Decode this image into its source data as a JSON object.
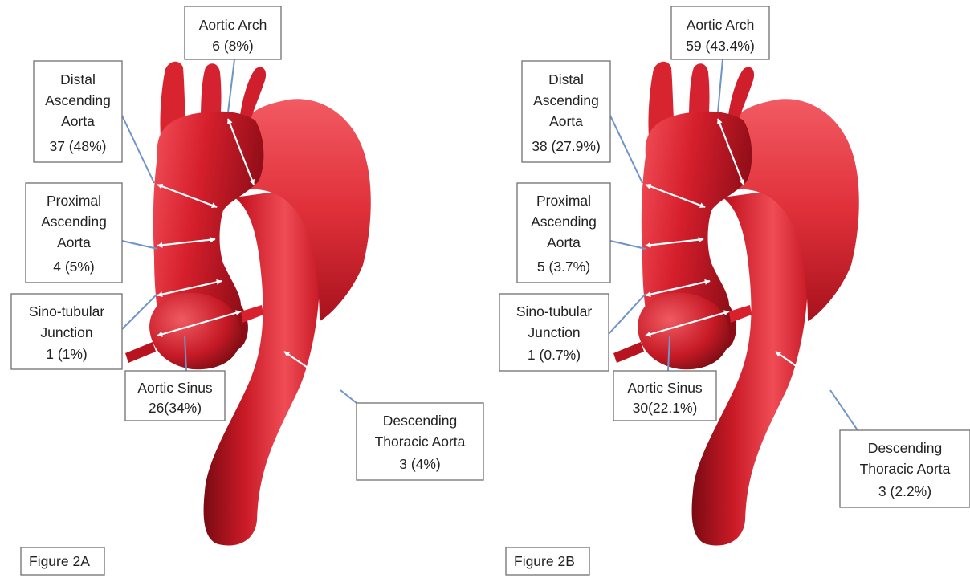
{
  "colors": {
    "aorta_light": "#f2505a",
    "aorta_mid": "#d61f2c",
    "aorta_dark": "#7a0a12",
    "leader_line": "#6e94c8",
    "measurement_arrow": "#ffffff",
    "box_border": "#6f6f6f"
  },
  "panels": [
    {
      "caption": "Figure 2A",
      "labels": {
        "aortic_arch": {
          "name": "Aortic Arch",
          "value": "6 (8%)"
        },
        "distal": {
          "line1": "Distal",
          "line2": "Ascending",
          "line3": "Aorta",
          "value": "37 (48%)"
        },
        "proximal": {
          "line1": "Proximal",
          "line2": "Ascending",
          "line3": "Aorta",
          "value": "4 (5%)"
        },
        "sinotubular": {
          "line1": "Sino-tubular",
          "line2": "Junction",
          "value": "1 (1%)"
        },
        "aortic_sinus": {
          "name": "Aortic Sinus",
          "value": "26(34%)"
        },
        "descending": {
          "line1": "Descending",
          "line2": "Thoracic Aorta",
          "value": "3 (4%)"
        }
      }
    },
    {
      "caption": "Figure 2B",
      "labels": {
        "aortic_arch": {
          "name": "Aortic Arch",
          "value": "59 (43.4%)"
        },
        "distal": {
          "line1": "Distal",
          "line2": "Ascending",
          "line3": "Aorta",
          "value": "38 (27.9%)"
        },
        "proximal": {
          "line1": "Proximal",
          "line2": "Ascending",
          "line3": "Aorta",
          "value": "5 (3.7%)"
        },
        "sinotubular": {
          "line1": "Sino-tubular",
          "line2": "Junction",
          "value": "1 (0.7%)"
        },
        "aortic_sinus": {
          "name": "Aortic Sinus",
          "value": "30(22.1%)"
        },
        "descending": {
          "line1": "Descending",
          "line2": "Thoracic Aorta",
          "value": "3 (2.2%)"
        }
      }
    }
  ]
}
